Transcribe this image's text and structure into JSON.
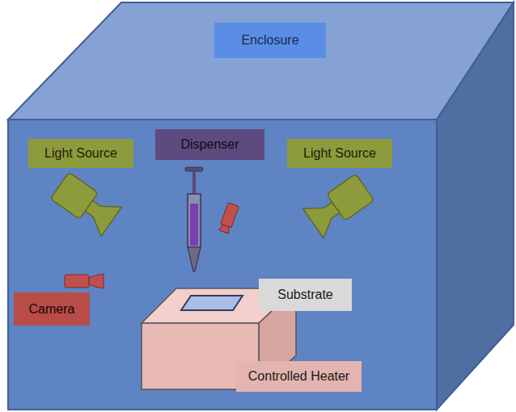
{
  "diagram": {
    "nodes": [
      {
        "text": [
          "Enclosure"
        ]
      },
      {
        "text": [
          "Light Source"
        ]
      },
      {
        "text": [
          "Dispenser"
        ]
      },
      {
        "text": [
          "Light Source"
        ]
      },
      {
        "text": [
          "Camera"
        ]
      },
      {
        "text": [
          "Substrate"
        ]
      },
      {
        "text": [
          "Controlled Heater"
        ]
      }
    ]
  }
}
